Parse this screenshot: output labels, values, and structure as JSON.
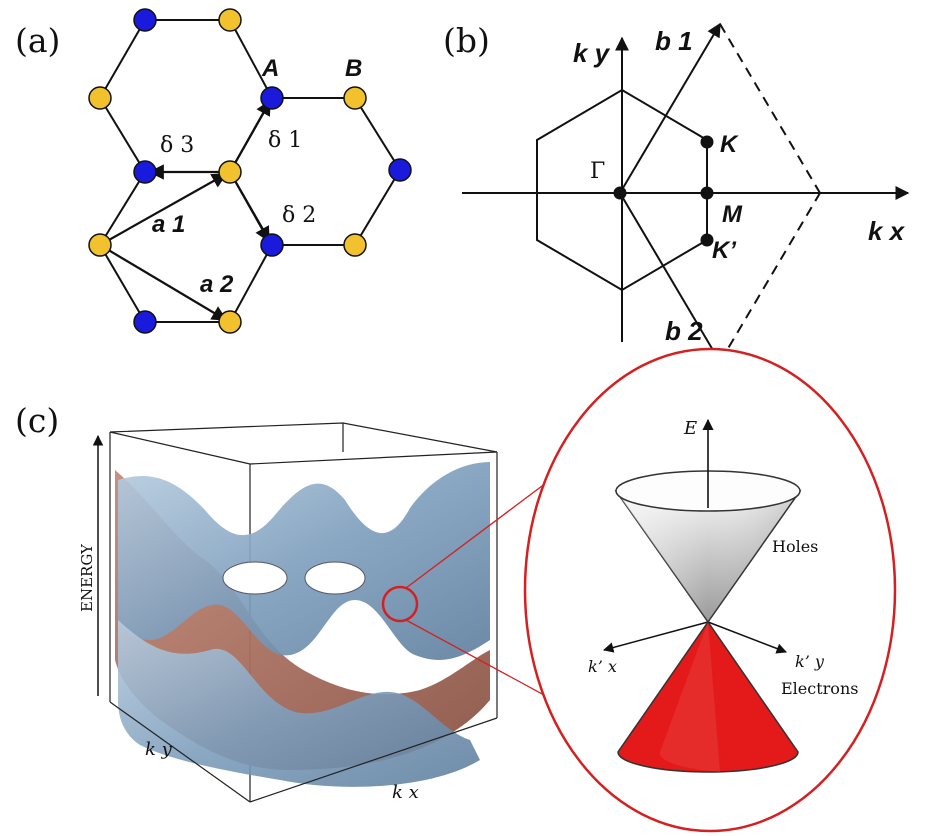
{
  "panels": {
    "a": {
      "tag": "(a)",
      "labels": {
        "A": "A",
        "B": "B",
        "d1": "δ 1",
        "d2": "δ 2",
        "d3": "δ 3",
        "a1": "a 1",
        "a2": "a 2"
      },
      "colors": {
        "sublattice_a": "#1a1adc",
        "sublattice_b": "#f2c12e",
        "bond": "#111111"
      }
    },
    "b": {
      "tag": "(b)",
      "labels": {
        "ky": "k y",
        "kx": "k x",
        "b1": "b 1",
        "b2": "b 2",
        "gamma": "Γ",
        "K": "K",
        "M": "M",
        "Kp": "K’"
      }
    },
    "c": {
      "tag": "(c)",
      "labels": {
        "energy": "ENERGY",
        "ky": "k y",
        "kx": "k x"
      },
      "colors": {
        "valence_band": "#b07060",
        "conduction_band": "#8aaac4",
        "zoom_ring": "#d42020"
      },
      "inset": {
        "E": "E",
        "holes": "Holes",
        "electrons": "Electrons",
        "kx_prime": "k’ x",
        "ky_prime": "k’ y",
        "colors": {
          "hole_cone": "#d0d0d0",
          "electron_cone": "#e41a1a"
        }
      }
    }
  }
}
